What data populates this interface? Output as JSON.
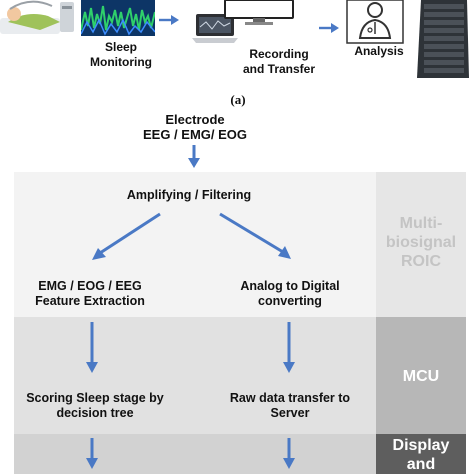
{
  "top_row": {
    "sleep_monitoring": "Sleep\nMonitoring",
    "recording": "Recording\nand Transfer",
    "analysis": "Analysis"
  },
  "caption": "(a)",
  "flow": {
    "electrode": "Electrode\nEEG / EMG/ EOG",
    "amplifying": "Amplifying / Filtering",
    "feature": "EMG / EOG / EEG\nFeature Extraction",
    "adc": "Analog to Digital\nconverting",
    "scoring": "Scoring Sleep stage by\ndecision tree",
    "raw": "Raw data transfer to\nServer"
  },
  "side_labels": {
    "roic": "Multi-\nbiosignal\nROIC",
    "mcu": "MCU",
    "display": "Display\nand"
  },
  "colors": {
    "arrow": "#4a79c5",
    "side_text_light": "#c4c4c4",
    "side_text_white": "#ffffff"
  }
}
